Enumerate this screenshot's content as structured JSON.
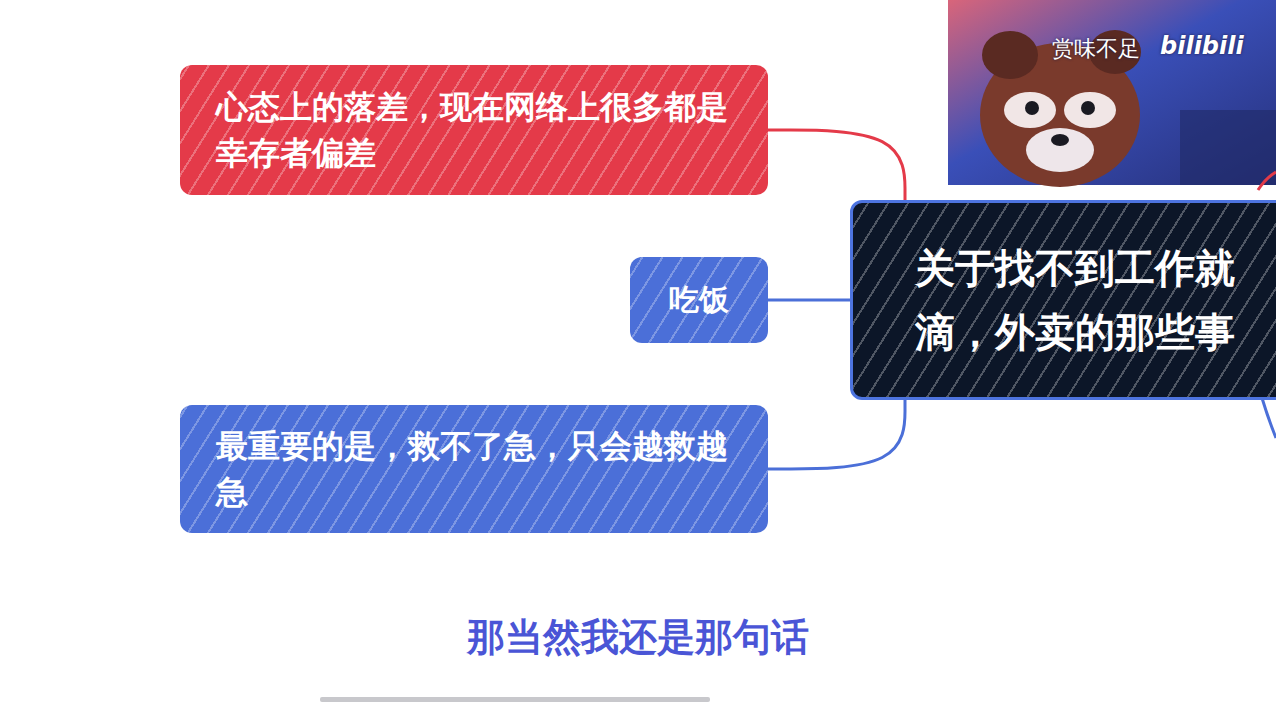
{
  "diagram": {
    "nodes": [
      {
        "text": [
          "心态上的落差，现在网络上很多都是幸存者偏差"
        ]
      },
      {
        "text": [
          "关于找不到工作就 滴，外卖的那些事"
        ]
      },
      {
        "text": [
          "吃饭"
        ]
      },
      {
        "text": [
          "最重要的是，救不了急，只会越救越急"
        ]
      }
    ],
    "edges": [
      {
        "from": 1,
        "to": 0,
        "arrow": "none"
      },
      {
        "from": 1,
        "to": 2,
        "arrow": "none"
      },
      {
        "from": 1,
        "to": 3,
        "arrow": "none"
      }
    ],
    "labels": [
      "赏味不足",
      "bilibili",
      "那当然我还是那句话"
    ]
  }
}
